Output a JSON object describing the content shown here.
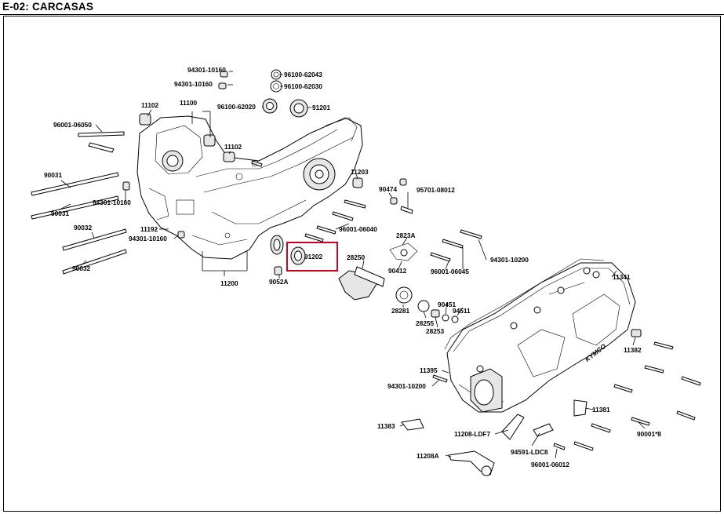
{
  "header": {
    "title": "E-02: CARCASAS"
  },
  "highlight": {
    "part": "91202",
    "color": "#d0021b"
  },
  "logo": {
    "text": "KYMCO"
  },
  "parts": [
    "94301-10160",
    "94301-10160",
    "96100-62043",
    "96100-62030",
    "96100-62020",
    "91201",
    "11102",
    "11100",
    "11102",
    "96001-06050",
    "90031",
    "90031",
    "94301-10160",
    "11203",
    "90474",
    "95701-08012",
    "90032",
    "11192",
    "94301-10160",
    "96001-06040",
    "90032",
    "2823A",
    "91202",
    "28250",
    "90412",
    "96001-06045",
    "94301-10200",
    "11200",
    "9052A",
    "11341",
    "28281",
    "90451",
    "94511",
    "28255",
    "28253",
    "11382",
    "11395",
    "94301-10200",
    "11381",
    "11383",
    "11208-LDF7",
    "90001*8",
    "94591-LDC8",
    "11208A",
    "96001-06012"
  ]
}
